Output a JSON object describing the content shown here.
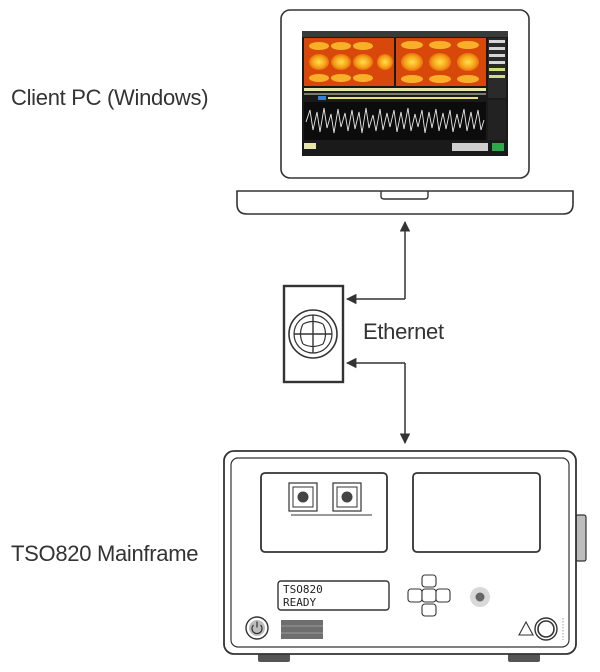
{
  "labels": {
    "client_pc": "Client PC (Windows)",
    "ethernet": "Ethernet",
    "mainframe": "TSO820 Mainframe"
  },
  "lcd": {
    "line1": "TSO820",
    "line2": "READY"
  },
  "icons": {
    "laptop": "laptop-icon",
    "ethernet_switch": "ethernet-switch-icon",
    "mainframe": "mainframe-instrument-icon",
    "power": "power-icon"
  },
  "colors": {
    "line": "#333333",
    "eye_diagram": "#f07a10",
    "screen_background": "#1a1a1a"
  }
}
